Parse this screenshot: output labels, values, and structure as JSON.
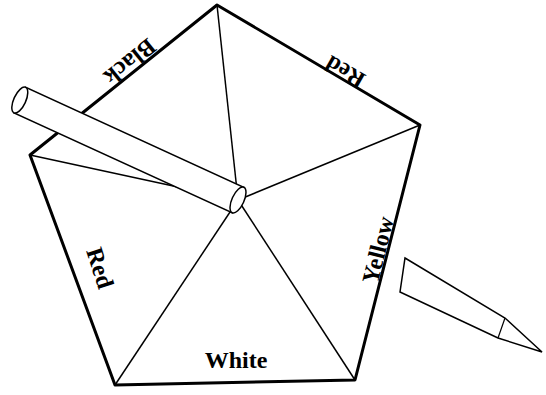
{
  "diagram": {
    "labels": [
      "Black",
      "Red",
      "Red",
      "Yellow",
      "White"
    ]
  }
}
